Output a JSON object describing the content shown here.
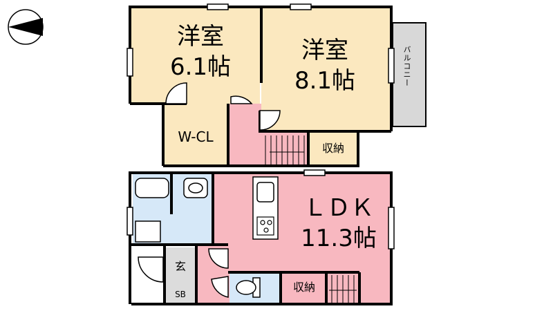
{
  "rooms": {
    "west_bedroom": {
      "name": "洋室",
      "size": "6.1帖"
    },
    "east_bedroom": {
      "name": "洋室",
      "size": "8.1帖"
    },
    "walk_in_closet": {
      "name": "W-CL"
    },
    "upper_storage": {
      "name": "収納"
    },
    "ldk": {
      "name": "ＬＤＫ",
      "size": "11.3帖"
    },
    "lower_storage": {
      "name": "収納"
    },
    "entrance": {
      "name": "玄"
    },
    "shoe_box": {
      "name": "SB"
    },
    "balcony": {
      "name": "バルコニー"
    }
  },
  "colors": {
    "bedroom": "#fbe8bf",
    "ldk": "#f8b8c0",
    "wet_area": "#d6e8f8",
    "entrance": "#dcdcdc",
    "balcony": "#d8d8d8",
    "wall": "#000000"
  },
  "icons": [
    "north-arrow-icon",
    "bathtub-icon",
    "washbasin-icon",
    "washing-machine-pan-icon",
    "toilet-icon",
    "kitchen-sink-icon",
    "stove-icon",
    "stairs-icon",
    "door-swing-icon"
  ]
}
